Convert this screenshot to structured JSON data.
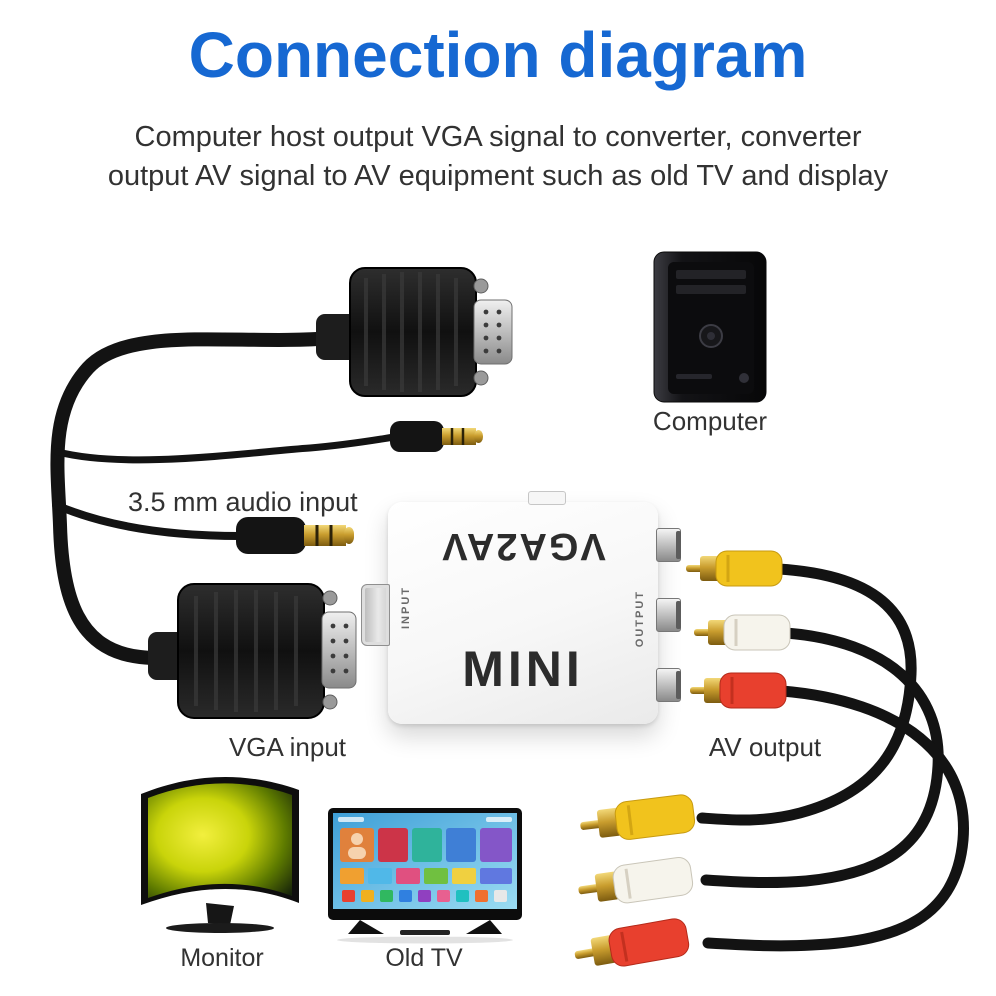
{
  "title": "Connection diagram",
  "subtitle_lines": [
    "Computer host output VGA signal to converter, converter",
    "output AV signal to AV equipment such as old TV and display"
  ],
  "labels": {
    "computer": "Computer",
    "audio_input": "3.5 mm audio input",
    "vga_input": "VGA input",
    "av_output": "AV output",
    "monitor": "Monitor",
    "old_tv": "Old TV"
  },
  "converter": {
    "model": "VGA2AV",
    "brand": "MINI",
    "input_port_label": "INPUT",
    "output_port_label": "OUTPUT"
  },
  "icons": {
    "vga_connector": "vga-male-connector-icon",
    "audio_plug": "audio-jack-3-5mm-icon",
    "rca_plug": "rca-plug-icon",
    "computer": "computer-tower-icon",
    "monitor": "curved-monitor-icon",
    "tv": "smart-tv-icon",
    "converter": "vga2av-converter-box-icon"
  },
  "colors": {
    "title_blue": "#1668d2",
    "text_dark": "#323232",
    "cable_black": "#131313",
    "rca_yellow": "#f1c31d",
    "rca_white": "#f6f4ec",
    "rca_red": "#e8402e",
    "gold": "#caa030",
    "converter_white": "#fdfdfd"
  }
}
